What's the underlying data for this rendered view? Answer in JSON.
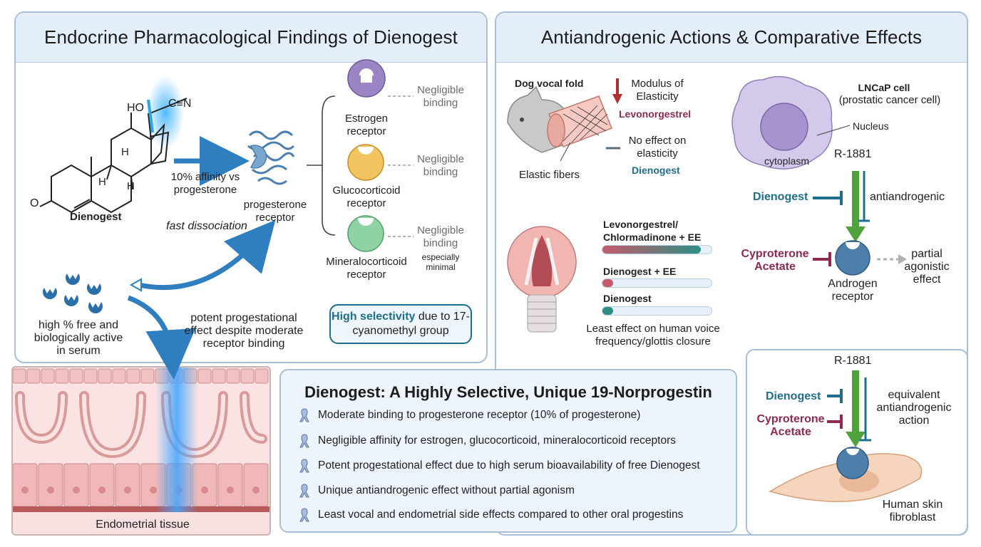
{
  "left": {
    "title": "Endocrine Pharmacological Findings of Dienogest",
    "molecule": {
      "name": "Dienogest",
      "ho": "HO",
      "cn": "C≡N",
      "o": "O",
      "h1": "H",
      "h2": "H",
      "h3": "H"
    },
    "affinity_label": "10% affinity vs progesterone",
    "progesterone_receptor": "progesterone receptor",
    "fast_dissociation": "fast dissociation",
    "receptors": [
      {
        "name": "Estrogen receptor",
        "binding": "Negligible binding",
        "note": "",
        "color": "#9a86c4"
      },
      {
        "name": "Glucocorticoid receptor",
        "binding": "Negligible binding",
        "note": "",
        "color": "#e8b04a"
      },
      {
        "name": "Mineralocorticoid receptor",
        "binding": "Negligible binding",
        "note": "especially minimal",
        "color": "#6cc08f"
      }
    ],
    "selectivity_highlight": "High selectivity",
    "selectivity_rest": "due to 17-cyanomethyl group",
    "free_serum": "high % free and biologically active in serum",
    "potent_effect": "potent progestational effect despite moderate receptor binding",
    "tissue_label": "Endometrial tissue"
  },
  "right": {
    "title": "Antiandrogenic Actions & Comparative Effects",
    "dog": {
      "title": "Dog vocal fold",
      "elastic_fibers": "Elastic fibers",
      "modulus": "Modulus of Elasticity",
      "levonorgestrel": "Levonorgestrel",
      "no_effect": "No effect on elasticity",
      "dienogest": "Dienogest"
    },
    "voice": {
      "bars": [
        {
          "label": "Levonorgestrel/ Chlormadinone + EE",
          "value": 0.9
        },
        {
          "label": "Dienogest + EE",
          "value": 0.1
        },
        {
          "label": "Dienogest",
          "value": 0.1
        }
      ],
      "caption": "Least effect on human voice frequency/glottis closure"
    },
    "lncap": {
      "title": "LNCaP cell",
      "subtitle": "(prostatic cancer cell)",
      "nucleus": "Nucleus",
      "cytoplasm": "cytoplasm",
      "r1881": "R-1881",
      "dienogest": "Dienogest",
      "antiandrogenic": "antiandrogenic",
      "cyproterone": "Cyproterone Acetate",
      "receptor": "Androgen receptor",
      "partial": "partial agonistic effect"
    },
    "fibroblast": {
      "r1881": "R-1881",
      "dienogest": "Dienogest",
      "cyproterone": "Cyproterone Acetate",
      "equivalent": "equivalent antiandrogenic action",
      "cell": "Human skin fibroblast"
    }
  },
  "summary": {
    "title": "Dienogest: A Highly Selective, Unique 19-Norprogestin",
    "items": [
      "Moderate binding to progesterone receptor (10% of progesterone)",
      "Negligible affinity for estrogen, glucocorticoid, mineralocorticoid receptors",
      "Potent progestational effect due to high serum bioavailability of free Dienogest",
      "Unique antiandrogenic effect without partial agonism",
      "Least vocal and endometrial side effects compared to other oral progestins"
    ]
  },
  "colors": {
    "teal": "#1e6f8e",
    "maroon": "#8e2a4e",
    "green": "#4fa33a",
    "blue_arrow": "#2f7fc0",
    "panel_header": "#e4eef9"
  }
}
